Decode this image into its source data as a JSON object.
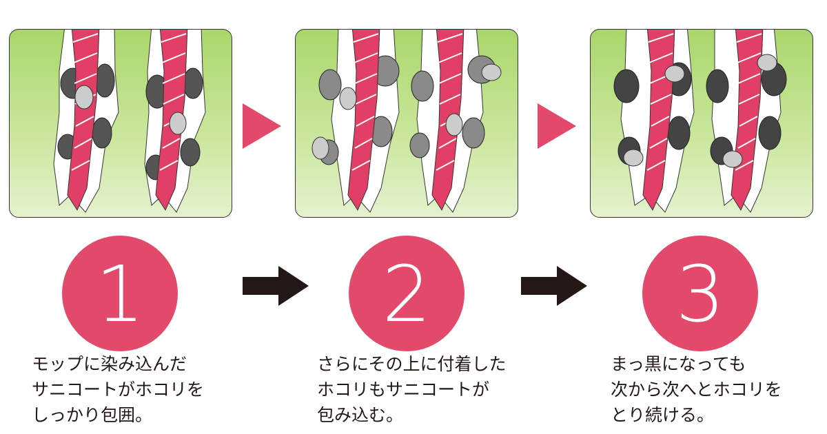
{
  "steps": [
    {
      "number": "1",
      "caption": "モップに染み込んだ\nサニコートがホコリを\nしっかり包囲。"
    },
    {
      "number": "2",
      "caption": "さらにその上に付着した\nホコリもサニコートが\n包み込む。"
    },
    {
      "number": "3",
      "caption": "まっ黒になっても\n次から次へとホコリを\nとり続ける。"
    }
  ],
  "colors": {
    "accent": "#e3496a",
    "strand": "#e23f66",
    "dust_dark": "#555555",
    "dust_gray": "#8a8a8a",
    "panel_top": "#a9d66a",
    "panel_bottom": "#e4f2cd",
    "arrow": "#231815"
  }
}
